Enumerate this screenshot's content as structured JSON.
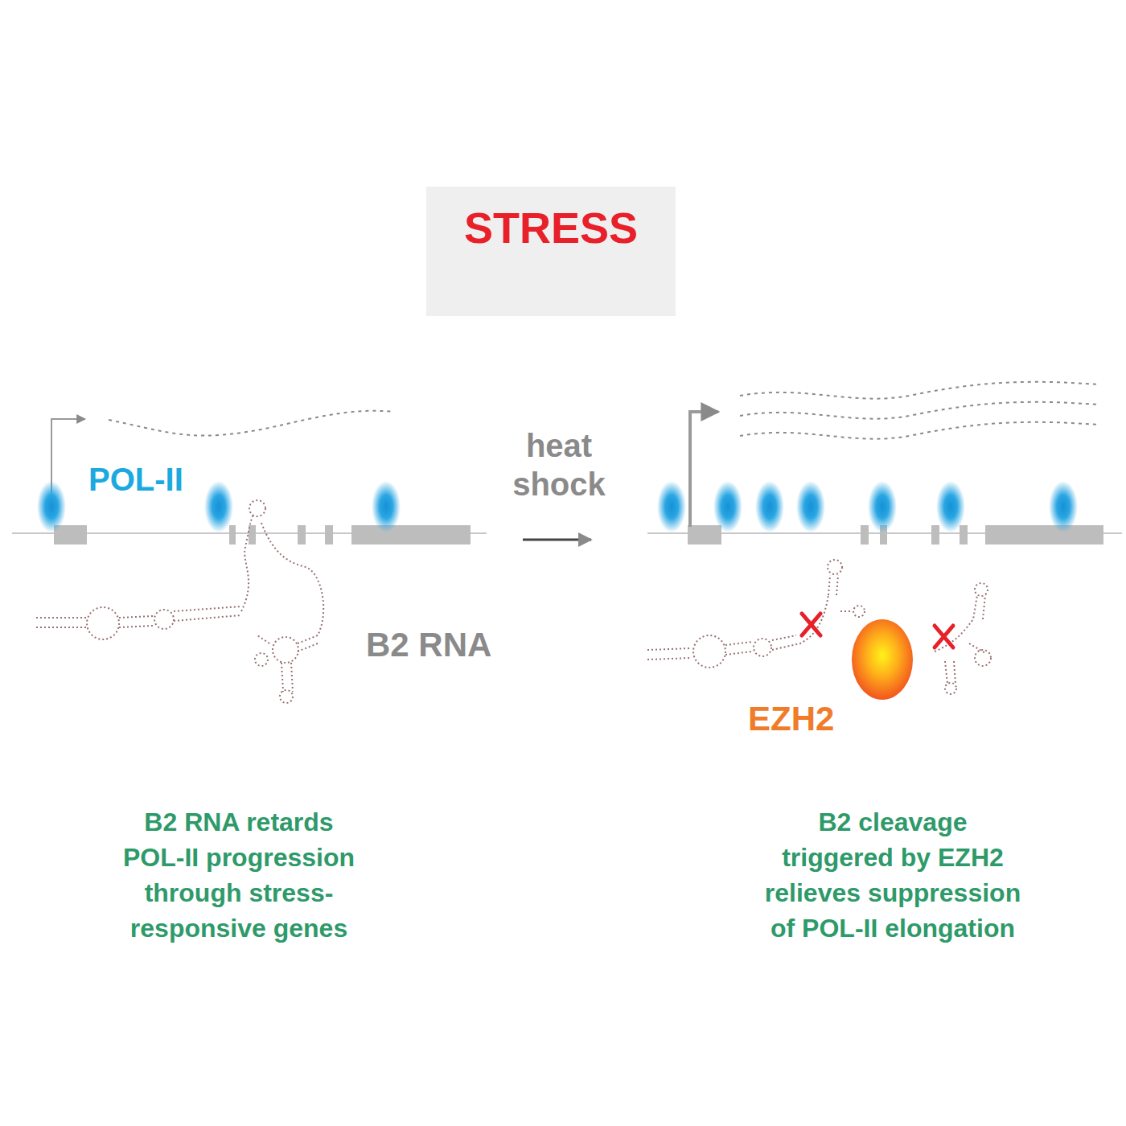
{
  "diagram": {
    "nodes": [
      {
        "text": [
          "STRESS"
        ]
      },
      {
        "text": [
          "EZH2"
        ]
      }
    ],
    "labels": [
      "POL-II",
      "B2 RNA",
      "heat shock",
      "B2 RNA retards POL-II progression through stress-responsive genes",
      "B2 cleavage triggered by EZH2 relieves suppression of POL-II elongation"
    ]
  }
}
